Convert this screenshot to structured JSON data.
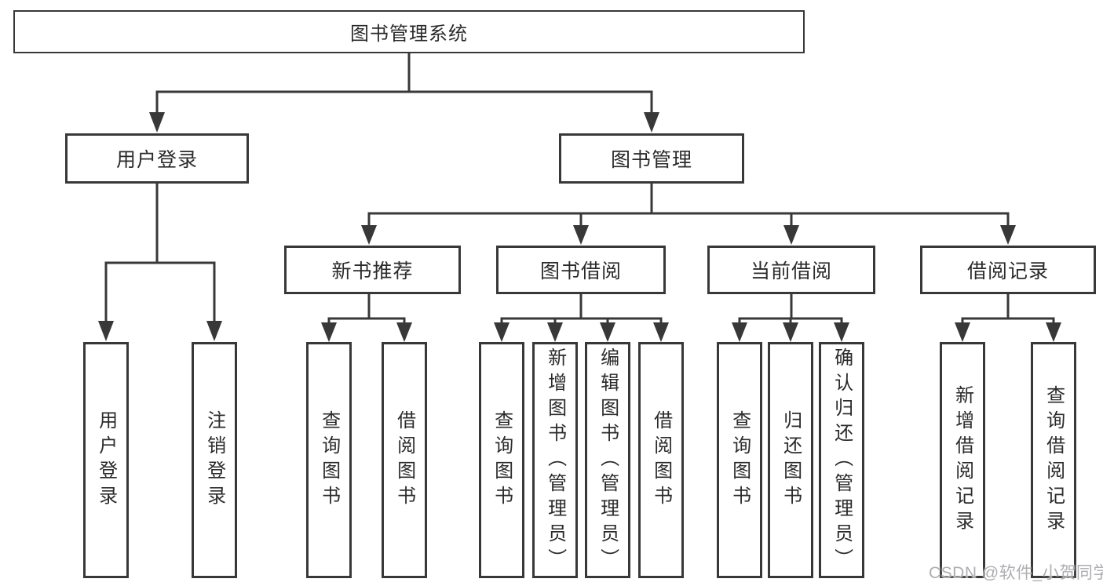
{
  "diagram": {
    "root": {
      "label": "图书管理系统"
    },
    "branches": [
      {
        "label": "用户登录",
        "children": [
          {
            "label": "用户登录"
          },
          {
            "label": "注销登录"
          }
        ]
      },
      {
        "label": "图书管理",
        "children": [
          {
            "label": "新书推荐",
            "children": [
              {
                "label": "查询图书"
              },
              {
                "label": "借阅图书"
              }
            ]
          },
          {
            "label": "图书借阅",
            "children": [
              {
                "label": "查询图书"
              },
              {
                "label": "新增图书（管理员）"
              },
              {
                "label": "编辑图书（管理员）"
              },
              {
                "label": "借阅图书"
              }
            ]
          },
          {
            "label": "当前借阅",
            "children": [
              {
                "label": "查询图书"
              },
              {
                "label": "归还图书"
              },
              {
                "label": "确认归还（管理员）"
              }
            ]
          },
          {
            "label": "借阅记录",
            "children": [
              {
                "label": "新增借阅记录"
              },
              {
                "label": "查询借阅记录"
              }
            ]
          }
        ]
      }
    ],
    "watermark": "CSDN @软件_小贺同学",
    "colors": {
      "line": "#383838",
      "box_background": "#ffffff",
      "text": "#2b2b2b",
      "watermark": "#aeaeb3"
    }
  }
}
